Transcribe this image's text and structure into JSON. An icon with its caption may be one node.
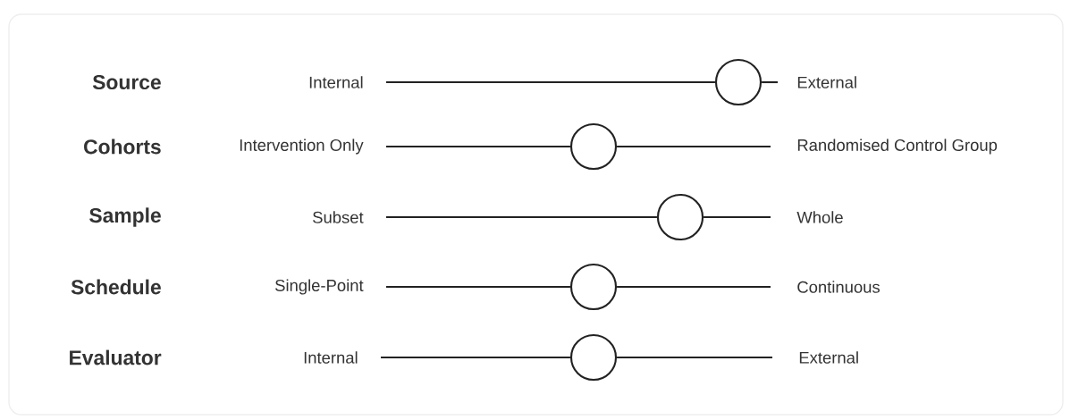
{
  "diagram": {
    "nodes": [
      {
        "text": [
          "Internal"
        ]
      },
      {
        "text": [],
        "shape": "circle"
      },
      {
        "text": [
          "External"
        ]
      },
      {
        "text": [
          "Intervention Only"
        ]
      },
      {
        "text": [],
        "shape": "circle"
      },
      {
        "text": [
          "Randomised Control Group"
        ]
      },
      {
        "text": [
          "Subset"
        ]
      },
      {
        "text": [],
        "shape": "circle"
      },
      {
        "text": [
          "Whole"
        ]
      },
      {
        "text": [
          "Single-Point"
        ]
      },
      {
        "text": [],
        "shape": "circle"
      },
      {
        "text": [
          "Continuous"
        ]
      },
      {
        "text": [
          "Internal"
        ]
      },
      {
        "text": [],
        "shape": "circle"
      },
      {
        "text": [
          "External"
        ]
      }
    ],
    "edges": [
      {
        "from": 0,
        "to": 1,
        "arrow": "none"
      },
      {
        "from": 1,
        "to": 2,
        "arrow": "none"
      },
      {
        "from": 3,
        "to": 4,
        "arrow": "none"
      },
      {
        "from": 4,
        "to": 5,
        "arrow": "none"
      },
      {
        "from": 6,
        "to": 7,
        "arrow": "none"
      },
      {
        "from": 7,
        "to": 8,
        "arrow": "none"
      },
      {
        "from": 9,
        "to": 10,
        "arrow": "none"
      },
      {
        "from": 10,
        "to": 11,
        "arrow": "none"
      },
      {
        "from": 12,
        "to": 13,
        "arrow": "none"
      },
      {
        "from": 13,
        "to": 14,
        "arrow": "none"
      }
    ],
    "labels": [
      "Source",
      "Cohorts",
      "Sample",
      "Schedule",
      "Evaluator"
    ]
  }
}
